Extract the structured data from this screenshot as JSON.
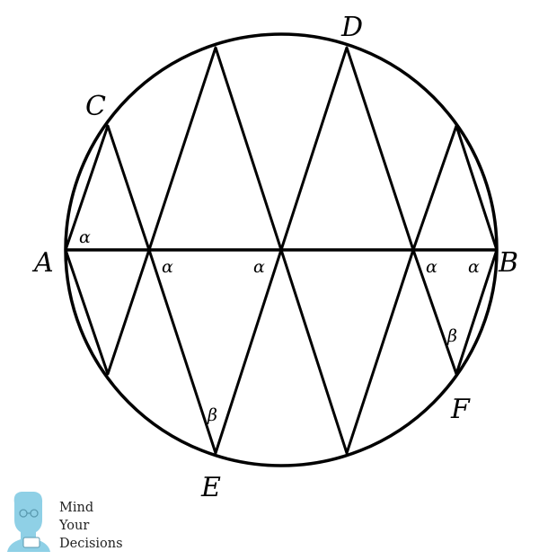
{
  "diagram": {
    "points": {
      "A": "A",
      "B": "B",
      "C": "C",
      "D": "D",
      "E": "E",
      "F": "F"
    },
    "angles": {
      "alpha": "α",
      "beta": "β"
    }
  },
  "logo": {
    "line1": "Mind",
    "line2": "Your",
    "line3": "Decisions"
  },
  "colors": {
    "stroke": "#000000",
    "background": "#ffffff",
    "logo_head": "#8fd0e6"
  }
}
